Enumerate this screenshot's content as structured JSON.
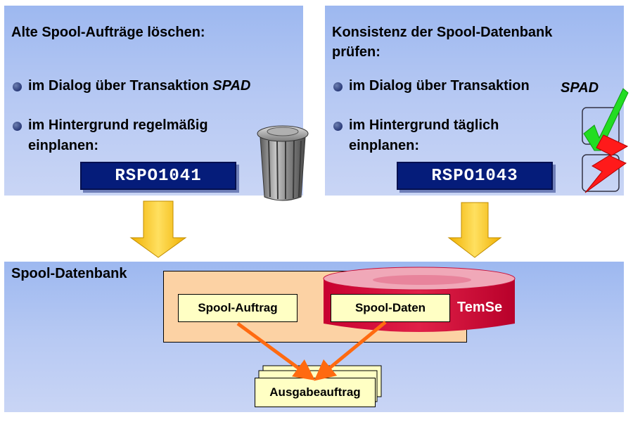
{
  "left_panel": {
    "heading": "Alte Spool-Aufträge löschen:",
    "bullet1_prefix": "im Dialog über Transaktion ",
    "bullet1_code": "SPAD",
    "bullet2_line1": "im Hintergrund regelmäßig",
    "bullet2_line2": "einplanen:",
    "program": "RSPO1041"
  },
  "right_panel": {
    "heading_line1": "Konsistenz der Spool-Datenbank",
    "heading_line2": "prüfen:",
    "bullet1_prefix": "im Dialog über Transaktion",
    "bullet1_code": "SPAD",
    "bullet2_line1": "im Hintergrund täglich",
    "bullet2_line2": "einplanen:",
    "program": "RSPO1043"
  },
  "database": {
    "title": "Spool-Datenbank",
    "spool_auftrag": "Spool-Auftrag",
    "spool_daten": "Spool-Daten",
    "temse": "TemSe",
    "ausgabeauftrag": "Ausgabeauftrag"
  },
  "icons": {
    "trash": "trash-can-icon",
    "check": "green-checkmark-icon",
    "lightning": "red-lightning-icon",
    "arrow": "yellow-down-arrow-icon"
  },
  "colors": {
    "panel_blue": "#b7c9f3",
    "program_box": "#051c7a",
    "arrow_yellow": "#ffcc00",
    "temse_red": "#d8103a",
    "flow_orange": "#ff6a10",
    "label_yellow": "#ffffc4",
    "spool_area": "#fcd2a4"
  }
}
